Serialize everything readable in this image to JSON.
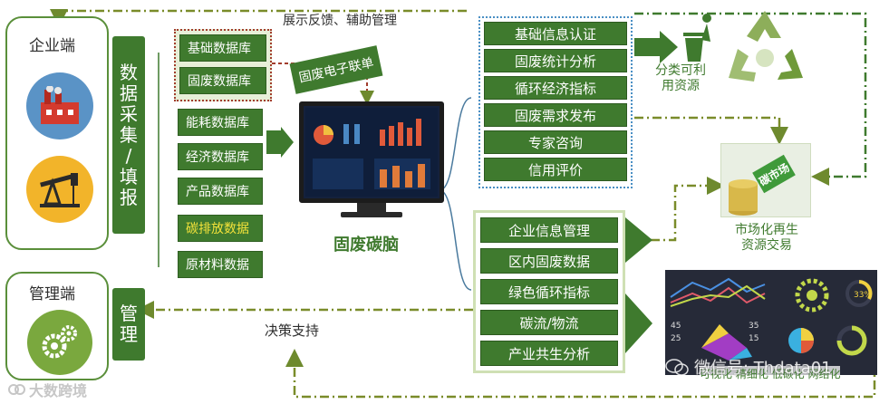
{
  "enterprise": {
    "title": "企业端",
    "collect_chars": [
      "数",
      "据",
      "采",
      "集",
      "/",
      "填",
      "报"
    ]
  },
  "admin": {
    "title": "管理端",
    "manage_chars": [
      "管",
      "理"
    ]
  },
  "feedback_label": "展示反馈、辅助管理",
  "decision_label": "决策支持",
  "databases": {
    "group_top": [
      "基础数据库",
      "固废数据库"
    ],
    "others": [
      "能耗数据库",
      "经济数据库",
      "产品数据库",
      "碳排放数据",
      "原材料数据"
    ]
  },
  "e_manifest_label": "固废电子联单",
  "center": {
    "title": "固废碳脑"
  },
  "functions_top": [
    "基础信息认证",
    "固废统计分析",
    "循环经济指标",
    "固废需求发布",
    "专家咨询",
    "信用评价"
  ],
  "functions_bottom": [
    "企业信息管理",
    "区内固废数据",
    "绿色循环指标",
    "碳流/物流",
    "产业共生分析"
  ],
  "recycle_label": [
    "分类可利",
    "用资源"
  ],
  "market_sign": "碳市场",
  "market_label": [
    "市场化再生",
    "资源交易"
  ],
  "dashboard": {
    "values": [
      "45",
      "35",
      "25",
      "15"
    ],
    "percent": "33%"
  },
  "overlay_caption": "可视化 精细化 低碳化 网络化",
  "watermark_left": "大数跨境",
  "watermark_right": "微信号: Thdata01",
  "colors": {
    "primary_green": "#3f7a2e",
    "dashed_line": "#6e8a2e",
    "db_group_border": "#a23d2d",
    "func_group_border": "#4a8fc4",
    "highlight_text": "#f3e23a"
  }
}
